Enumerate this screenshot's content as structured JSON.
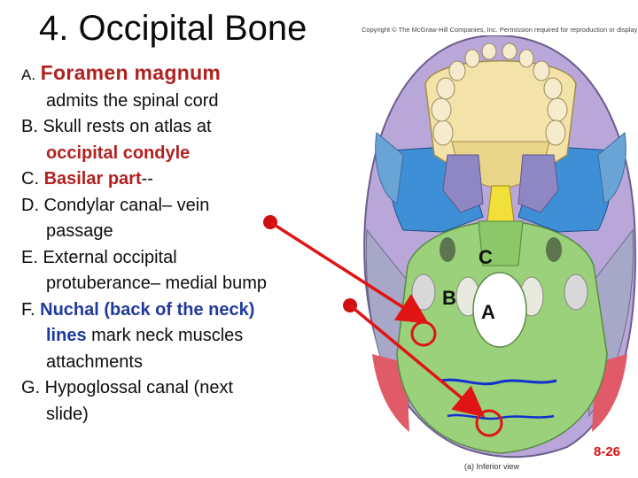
{
  "title": "4. Occipital Bone",
  "credit": "Copyright © The McGraw-Hill Companies, Inc. Permission required for reproduction or display",
  "items": {
    "a": {
      "letter": "A.",
      "term": "Foramen magnum",
      "line2": "admits the spinal cord"
    },
    "b": {
      "line1": "B. Skull rests on atlas at",
      "term": "occipital condyle"
    },
    "c": {
      "prefix": "C. ",
      "term": "Basilar part",
      "suffix": "--"
    },
    "d": {
      "line1": "D. Condylar canal– vein",
      "line2": "passage"
    },
    "e": {
      "line1": "E. External occipital",
      "line2": "protuberance– medial bump"
    },
    "f": {
      "prefix": "F. ",
      "term": "Nuchal (back of the neck)",
      "term2": "lines",
      "rest": " mark neck muscles",
      "line3": "attachments"
    },
    "g": {
      "line1": "G. Hypoglossal canal (next",
      "line2": "slide)"
    }
  },
  "image_labels": {
    "c": "C",
    "b": "B",
    "a": "A"
  },
  "caption": "(a) Inferior view",
  "slide_number": "8-26",
  "colors": {
    "term_red": "#b32020",
    "term_blue": "#1f3a9c",
    "occipital_green": "#9ad17a",
    "sphenoid_blue": "#3f8fd6",
    "palatine_purple": "#8f86c4",
    "teeth_ivory": "#eedfb0",
    "arrow_red": "#e01414",
    "nuchal_line_blue": "#1030d0"
  }
}
